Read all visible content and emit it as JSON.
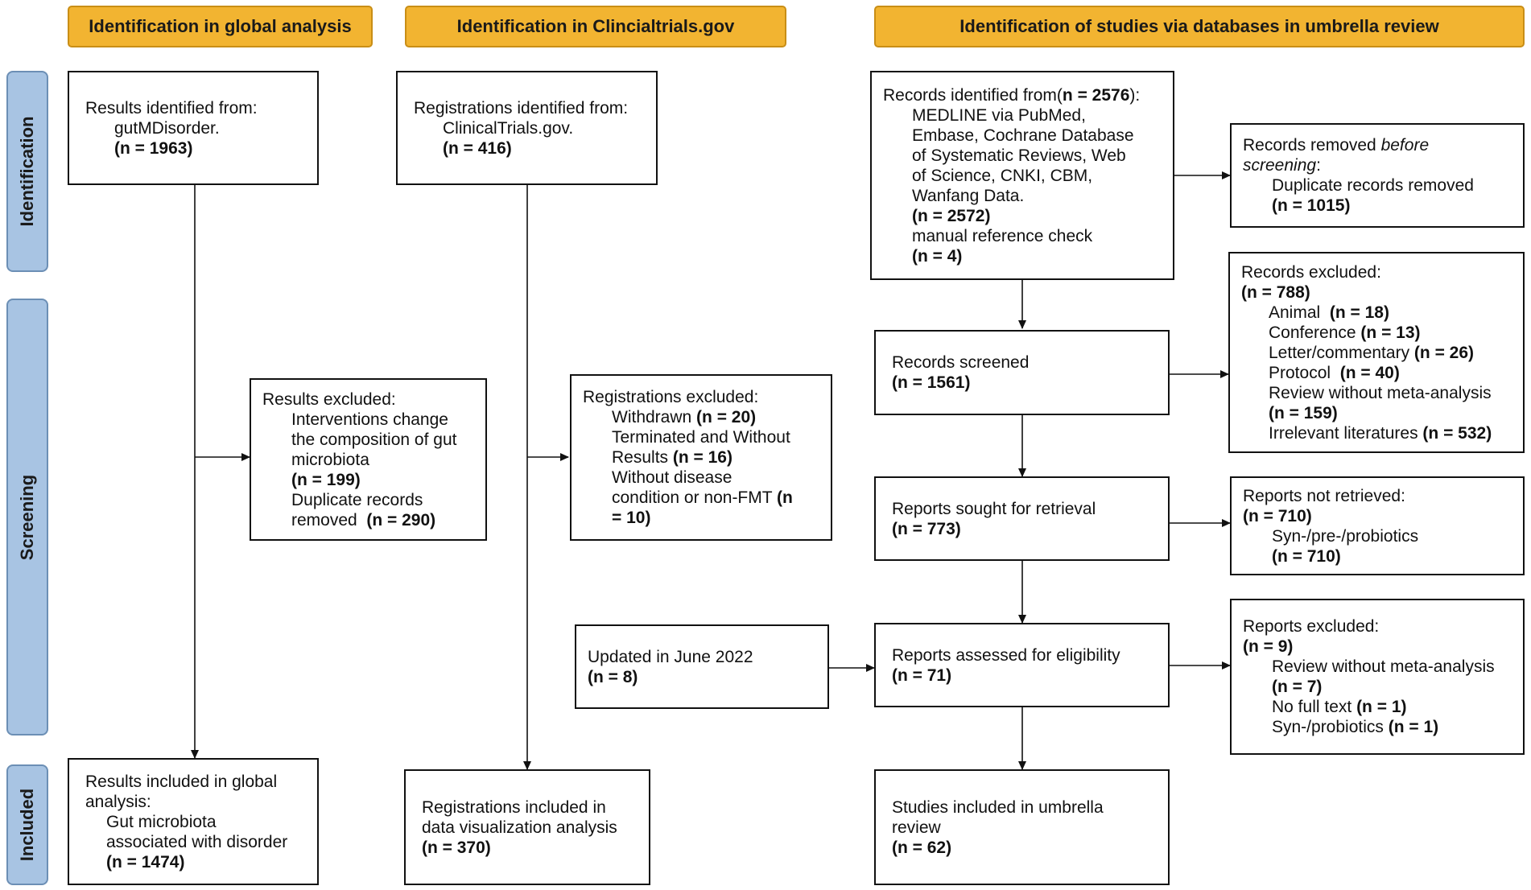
{
  "headers": {
    "global": "Identification in global analysis",
    "ct": "Identification in Clincialtrials.gov",
    "umbrella": "Identification of studies via databases in umbrella review"
  },
  "phases": {
    "identification": "Identification",
    "screening": "Screening",
    "included": "Included"
  },
  "global": {
    "identified": {
      "title": "Results identified from:",
      "source": "gutMDisorder.",
      "n": "(n = 1963)"
    },
    "excluded": {
      "title": "Results excluded:",
      "line1": "Interventions change",
      "line2": "the composition of gut",
      "line3": "microbiota",
      "n1": "(n = 199)",
      "line4": "Duplicate records",
      "line5": "removed",
      "n2": "(n = 290)"
    },
    "included": {
      "title1": "Results included in global",
      "title2": "analysis:",
      "line1": "Gut microbiota",
      "line2": "associated with disorder",
      "n": "(n = 1474)"
    }
  },
  "ct": {
    "identified": {
      "title": "Registrations identified from:",
      "source": "ClinicalTrials.gov.",
      "n": "(n = 416)"
    },
    "excluded": {
      "title": "Registrations excluded:",
      "withdrawn": "Withdrawn",
      "withdrawn_n": "(n = 20)",
      "terminated1": "Terminated and Without",
      "terminated2": "Results",
      "terminated_n": "(n = 16)",
      "without1": "Without disease",
      "without2": "condition or non-FMT",
      "without_n1": "(n",
      "without_n2": "= 10)"
    },
    "updated": {
      "title": "Updated in June 2022",
      "n": "(n = 8)"
    },
    "included": {
      "line1": "Registrations included in",
      "line2": "data visualization analysis",
      "n": "(n = 370)"
    }
  },
  "umbrella": {
    "identified": {
      "title": "Records identified from(",
      "title_n": "n = 2576",
      "title_end": "):",
      "db1": "MEDLINE via PubMed,",
      "db2": "Embase, Cochrane Database",
      "db3": "of Systematic Reviews, Web",
      "db4": "of Science, CNKI, CBM,",
      "db5": "Wanfang Data.",
      "db_n": "(n = 2572)",
      "manual": "manual reference check",
      "manual_n": "(n = 4)"
    },
    "removed": {
      "title": "Records removed ",
      "title_italic": "before",
      "title_italic2": "screening",
      "title_colon": ":",
      "line": "Duplicate records removed",
      "n": "(n = 1015)"
    },
    "screened": {
      "title": "Records screened",
      "n": "(n = 1561)"
    },
    "records_excluded": {
      "title": "Records excluded:",
      "n": "(n = 788)",
      "animal": "Animal",
      "animal_n": "(n = 18)",
      "conference": "Conference",
      "conference_n": "(n = 13)",
      "letter": "Letter/commentary",
      "letter_n": "(n = 26)",
      "protocol": "Protocol",
      "protocol_n": "(n = 40)",
      "review": "Review without meta-analysis",
      "review_n": "(n = 159)",
      "irrelevant": "Irrelevant literatures",
      "irrelevant_n": "(n = 532)"
    },
    "sought": {
      "title": "Reports sought for retrieval",
      "n": "(n = 773)"
    },
    "not_retrieved": {
      "title": "Reports not retrieved:",
      "n": "(n = 710)",
      "line": "Syn-/pre-/probiotics",
      "line_n": "(n = 710)"
    },
    "assessed": {
      "title": "Reports assessed for eligibility",
      "n": "(n = 71)"
    },
    "reports_excluded": {
      "title": "Reports excluded:",
      "n": "(n = 9)",
      "review": "Review without meta-analysis",
      "review_n": "(n = 7)",
      "fulltext": "No full text",
      "fulltext_n": "(n = 1)",
      "syn": "Syn-/probiotics",
      "syn_n": "(n = 1)"
    },
    "included": {
      "line1": "Studies included in umbrella",
      "line2": "review",
      "n": "(n = 62)"
    }
  }
}
